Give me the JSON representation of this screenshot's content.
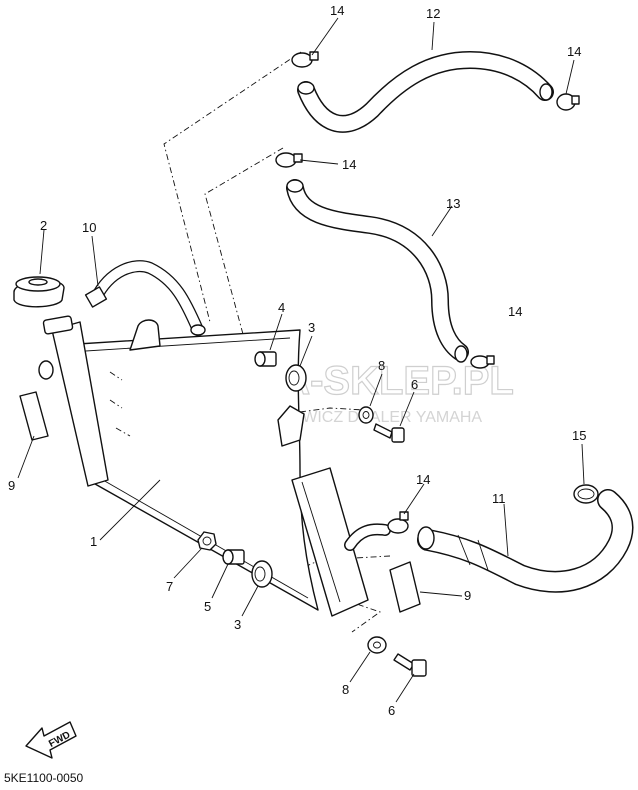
{
  "watermark": {
    "title": "YAMA-SKLEP.PL",
    "subtitle": "WOJCIECH OWICZ DEALER YAMAHA"
  },
  "diagram_code": "5KE1100-0050",
  "direction_label": "FWD",
  "callouts": [
    {
      "id": "c-14a",
      "label": "14"
    },
    {
      "id": "c-12",
      "label": "12"
    },
    {
      "id": "c-14b",
      "label": "14"
    },
    {
      "id": "c-14c",
      "label": "14"
    },
    {
      "id": "c-13",
      "label": "13"
    },
    {
      "id": "c-2",
      "label": "2"
    },
    {
      "id": "c-10",
      "label": "10"
    },
    {
      "id": "c-4",
      "label": "4"
    },
    {
      "id": "c-3a",
      "label": "3"
    },
    {
      "id": "c-14d",
      "label": "14"
    },
    {
      "id": "c-8a",
      "label": "8"
    },
    {
      "id": "c-6a",
      "label": "6"
    },
    {
      "id": "c-9a",
      "label": "9"
    },
    {
      "id": "c-15",
      "label": "15"
    },
    {
      "id": "c-14e",
      "label": "14"
    },
    {
      "id": "c-11",
      "label": "11"
    },
    {
      "id": "c-1",
      "label": "1"
    },
    {
      "id": "c-7",
      "label": "7"
    },
    {
      "id": "c-5",
      "label": "5"
    },
    {
      "id": "c-3b",
      "label": "3"
    },
    {
      "id": "c-9b",
      "label": "9"
    },
    {
      "id": "c-8b",
      "label": "8"
    },
    {
      "id": "c-6b",
      "label": "6"
    }
  ]
}
